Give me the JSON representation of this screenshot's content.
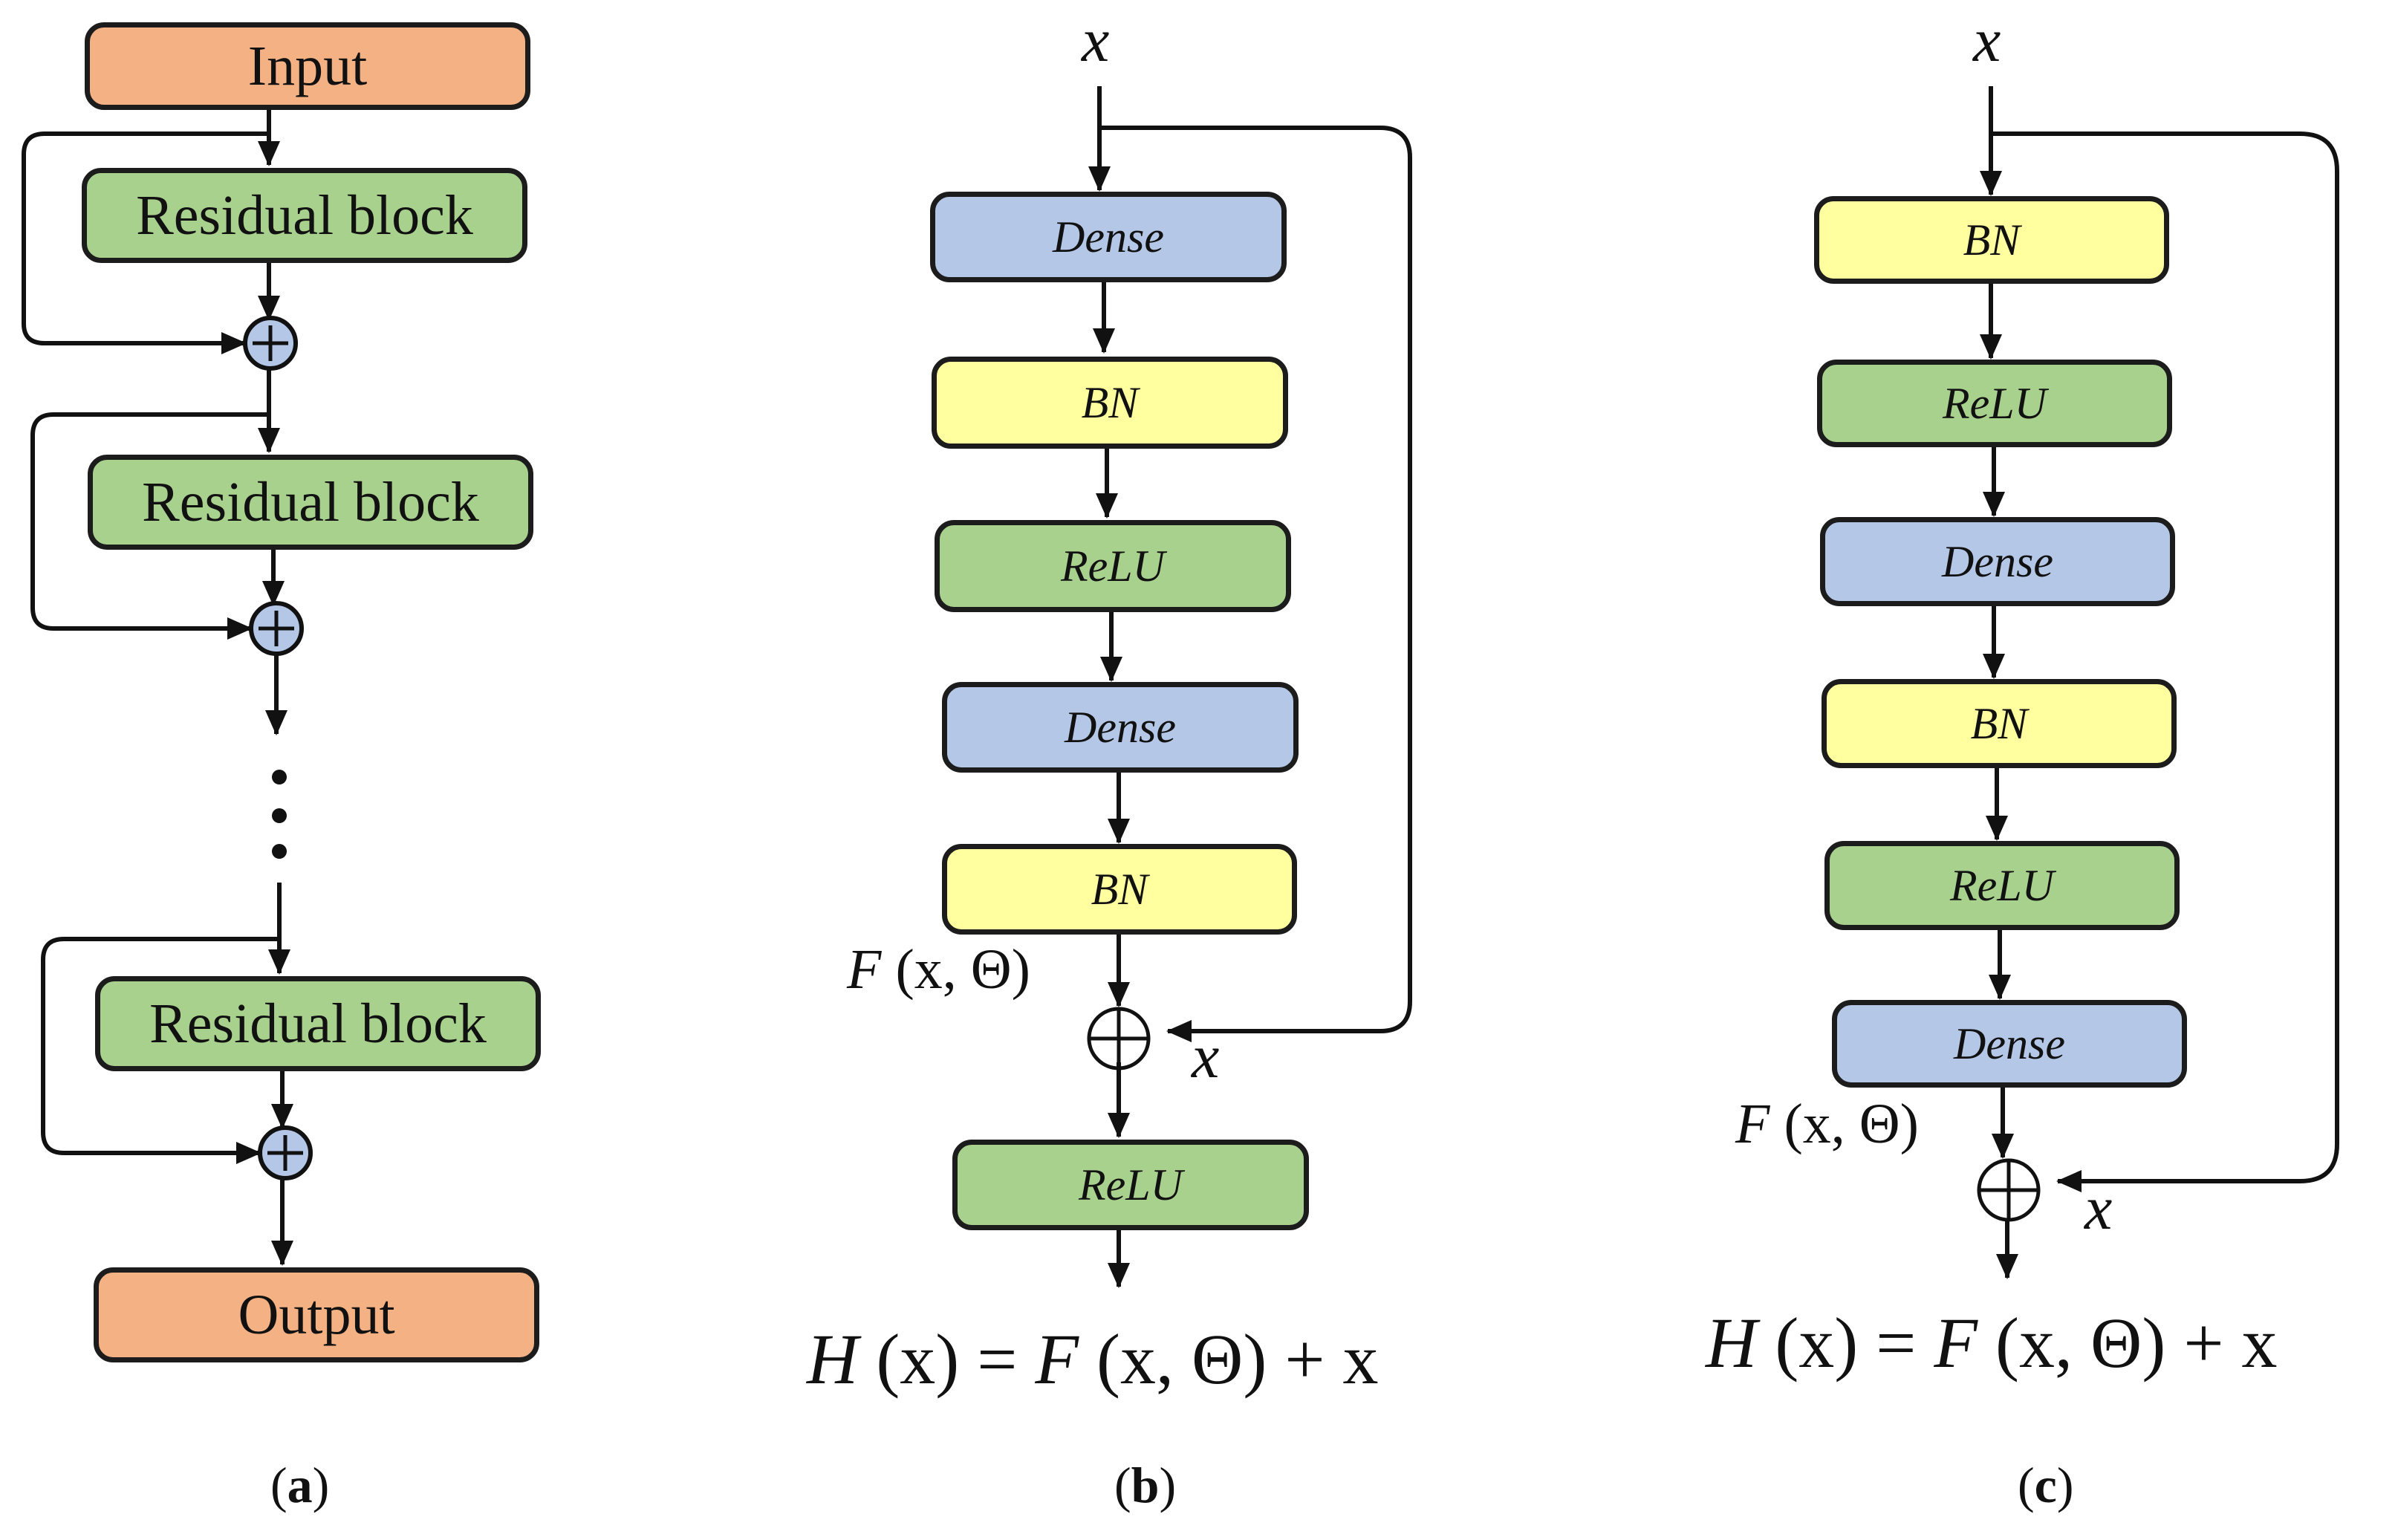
{
  "panel_a": {
    "input": "Input",
    "block_1": "Residual block",
    "block_2": "Residual block",
    "block_3": "Residual block",
    "output": "Output",
    "caption_open": "(",
    "caption_letter": "a",
    "caption_close": ")"
  },
  "panel_b": {
    "x_top": "x",
    "layers": [
      "Dense",
      "BN",
      "ReLU",
      "Dense",
      "BN"
    ],
    "final_layer": "ReLU",
    "f_label": {
      "f": "F",
      "args": " (x,  Θ)"
    },
    "x_side": "x",
    "equation": {
      "h": "H",
      "lhs": " (x) =  ",
      "f": "F",
      "rhs": " (x,  Θ) + x"
    },
    "caption_open": "(",
    "caption_letter": "b",
    "caption_close": ")"
  },
  "panel_c": {
    "x_top": "x",
    "layers": [
      "BN",
      "ReLU",
      "Dense",
      "BN",
      "ReLU",
      "Dense"
    ],
    "f_label": {
      "f": "F",
      "args": " (x,  Θ)"
    },
    "x_side": "x",
    "equation": {
      "h": "H",
      "lhs": " (x) =  ",
      "f": "F",
      "rhs": " (x,  Θ) + x"
    },
    "caption_open": "(",
    "caption_letter": "c",
    "caption_close": ")"
  },
  "colors": {
    "io": "#f4b183",
    "residual_block": "#a9d18e",
    "dense": "#b4c7e7",
    "bn": "#ffff9f",
    "relu": "#a9d18e",
    "sum_node": "#b4c7e7"
  }
}
